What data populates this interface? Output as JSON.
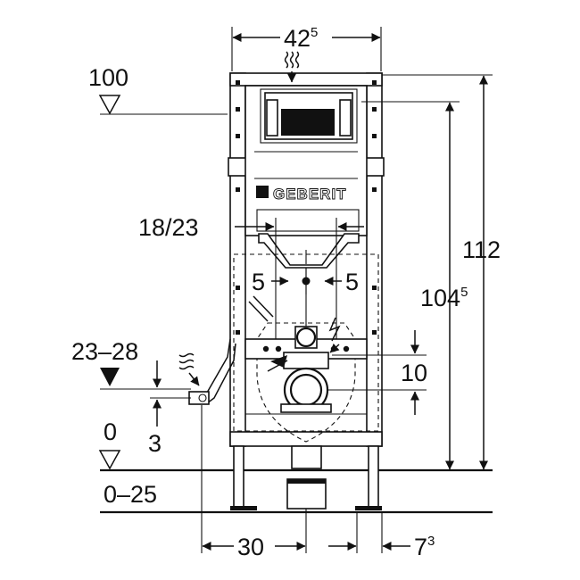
{
  "brand": "GEBERIT",
  "dimensions": {
    "width_top": "42",
    "width_top_sup": "5",
    "height_total": "112",
    "height_inner": "104",
    "height_inner_sup": "5",
    "level_top": "100",
    "level_zero": "0",
    "floor_range": "0–25",
    "connection_range": "23–28",
    "connection_offset": "3",
    "drain_offset": "10",
    "flush_spacing": "18/23",
    "offset_left": "5",
    "offset_right": "5",
    "bottom_left": "30",
    "bottom_right": "7",
    "bottom_right_sup": "3"
  },
  "icons": {
    "top_supply": "wavy-lines-icon",
    "side_supply": "wavy-lines-icon",
    "electric": "lightning-icon"
  }
}
